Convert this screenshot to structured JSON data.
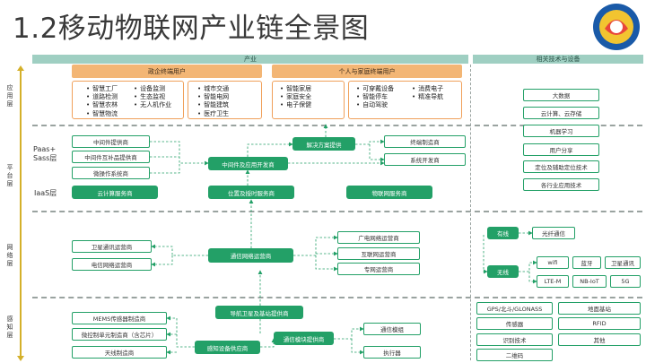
{
  "title": "1.2移动物联网产业链全景图",
  "headers": {
    "industry": "产业",
    "tech": "相关技术与设备"
  },
  "layers": {
    "app": "应用层",
    "platform": "平台层",
    "network": "网络层",
    "sensing": "感知层"
  },
  "app": {
    "gov_title": "政企终端用户",
    "consumer_title": "个人与家庭终端用户",
    "col1": [
      "智慧工厂",
      "道路检测",
      "智慧农林",
      "智慧物流"
    ],
    "col2": [
      "设备监测",
      "生态监视",
      "无人机作业"
    ],
    "col3": [
      "城市交通",
      "智能电网",
      "智能建筑",
      "医疗卫生"
    ],
    "col4": [
      "智能家居",
      "家庭安全",
      "电子保健"
    ],
    "col5": [
      "可穿戴设备",
      "智能停车",
      "自动驾驶"
    ],
    "col6": [
      "消费电子",
      "精准导航"
    ]
  },
  "platform": {
    "paas_label": "Paas+\nSass层",
    "iaas_label": "IaaS层",
    "middleware_provider": "中间件提供商",
    "middleware_interconnect": "中间件互补品提供商",
    "micro_os": "微操作系统商",
    "middleware_dev": "中间件及应用开发商",
    "solution_provider": "解决方案提供",
    "terminal_maker": "终端制造商",
    "system_dev": "系统开发商",
    "cloud_service": "云计算服务商",
    "location_service": "位置及授时服务商",
    "iot_service": "物联网服务商"
  },
  "network": {
    "satellite": "卫星通讯运营商",
    "telecom": "电信网络运营商",
    "comm_operator": "通信网络运营商",
    "broadcast": "广电网络运营商",
    "internet": "互联网运营商",
    "private": "专网运营商"
  },
  "sensing": {
    "mems": "MEMS传感器制造商",
    "mcu": "微控制单元制造商（含芯片）",
    "antenna": "天线制造商",
    "nav_base": "导航卫星及基站提供商",
    "module_provider": "通信模块提供商",
    "sensing_supplier": "感知设备供应商",
    "comm_module": "通信模组",
    "actuator": "执行器"
  },
  "tech": {
    "platform_items": [
      "大数据",
      "云计算、云存储",
      "机器学习",
      "用户分享",
      "定位及辅助定位技术",
      "各行业应用技术"
    ],
    "wired": "有线",
    "fiber": "光纤通信",
    "wireless": "无线",
    "wifi": "wifi",
    "bluetooth": "蓝牙",
    "satcom": "卫星通讯",
    "lte": "LTE-M",
    "nbiot": "NB-IoT",
    "g5": "5G",
    "sense_left": [
      "GPS/北斗/GLONASS",
      "传感器",
      "识别技术",
      "二维码"
    ],
    "sense_right": [
      "地面基站",
      "RFID",
      "其他"
    ]
  },
  "colors": {
    "green": "#23a067",
    "orange": "#f3b675",
    "teal_header": "#9fcfc2",
    "layer_arrow": "#d4b02a"
  }
}
